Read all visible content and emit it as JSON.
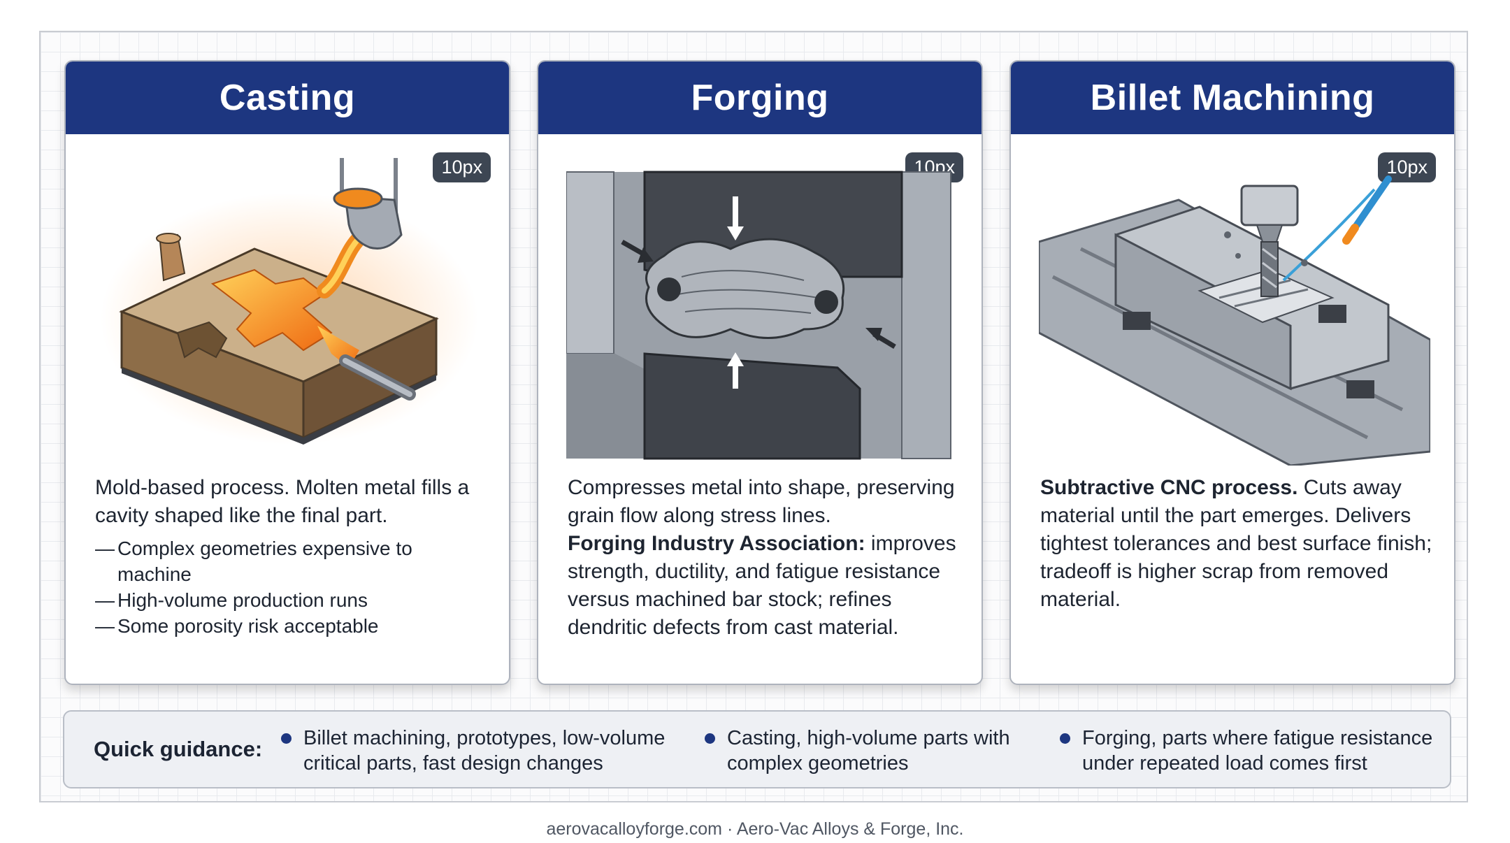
{
  "cards": [
    {
      "title": "Casting",
      "badge": "10px",
      "illustration_icon": "sand-mold-pour-icon",
      "lead": "Mold-based process. Molten metal fills a cavity shaped like the final part.",
      "body": "",
      "bullets": [
        "Complex geometries expensive to machine",
        "High-volume production runs",
        "Some porosity risk acceptable"
      ]
    },
    {
      "title": "Forging",
      "badge": "10px",
      "illustration_icon": "forging-die-press-icon",
      "lead": "",
      "body": "Compresses metal into shape, preserving grain flow along stress lines.",
      "source": "Forging Industry Association:",
      "body2": "improves strength, ductility, and fatigue resistance versus machined bar stock; refines dendritic defects from cast material."
    },
    {
      "title": "Billet Machining",
      "badge": "10px",
      "illustration_icon": "cnc-mill-vise-icon",
      "lead": "Subtractive CNC process.",
      "body": "Cuts away material until the part emerges. Delivers tightest tolerances and best surface finish; tradeoff is higher scrap from removed material."
    }
  ],
  "guidance": {
    "title": "Quick guidance:",
    "items": [
      "Billet machining, prototypes, low-volume critical parts, fast design changes",
      "Casting, high-volume parts with complex geometries",
      "Forging, parts where fatigue resistance under repeated load comes first"
    ]
  },
  "footer": "aerovacalloyforge.com · Aero-Vac Alloys & Forge, Inc.",
  "colors": {
    "header": "#1d3680",
    "badge": "#3d4653",
    "molten": "#f08a1e",
    "sand": "#b99a72",
    "steel": "#8d939c"
  }
}
